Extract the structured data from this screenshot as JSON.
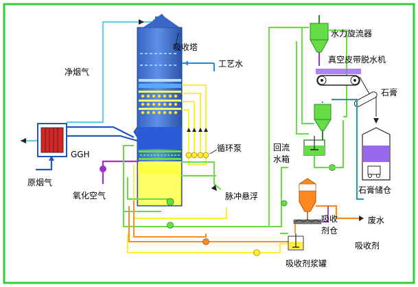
{
  "labels": {
    "absorber_tower": "吸收塔",
    "process_water": "工艺水",
    "clean_flue_gas": "净烟气",
    "ggh": "GGH",
    "raw_flue_gas": "原烟气",
    "oxidation_air": "氧化空气",
    "circulation_pump": "循环泵",
    "pulse_suspension": "脉冲悬浮",
    "hydrocyclone": "水力旋流器",
    "vacuum_belt_dewatering": "真空皮带脱水机",
    "gypsum": "石膏",
    "gypsum_silo": "石膏储仓",
    "reflux_tank_line1": "回流",
    "reflux_tank_line2": "水箱",
    "absorbent_silo_line1": "吸收",
    "absorbent_silo_line2": "剂仓",
    "waste_water": "废水",
    "absorbent": "吸收剂",
    "absorbent_slurry_tank": "吸收剂浆罐"
  },
  "colors": {
    "border": "#33cc33",
    "flue_gas_line": "#66ccee",
    "process_water_line": "#2288dd",
    "tower_blue": "#3366cc",
    "spray_yellow": "#ffff55",
    "slurry_yellow": "#ffff66",
    "green_pipe": "#66dd44",
    "orange_pipe": "#ff8822",
    "purple_pipe": "#9933cc",
    "teal_pipe": "#339999",
    "ggh_red": "#dd2222",
    "gypsum_purple": "#9966ee"
  }
}
